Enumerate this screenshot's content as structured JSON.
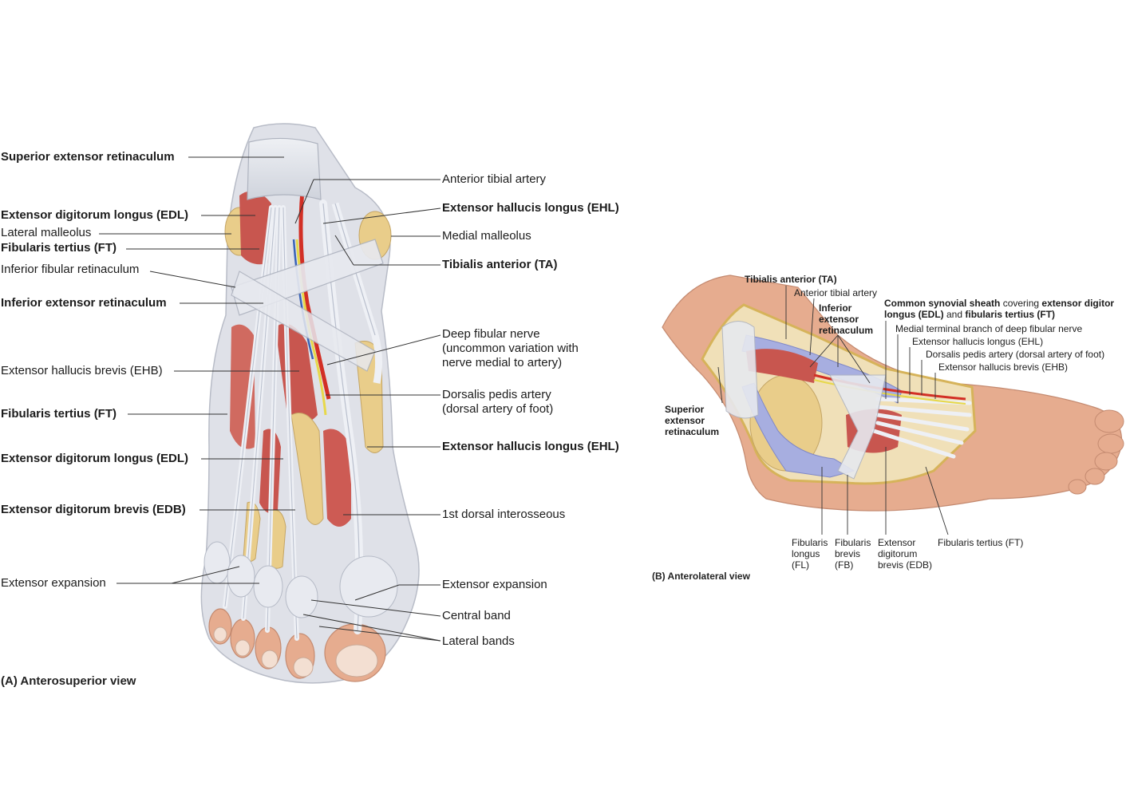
{
  "figure_a": {
    "caption": "(A) Anterosuperior view",
    "left_labels": {
      "superior_extensor_retinaculum": "Superior extensor retinaculum",
      "edl_top": "Extensor digitorum longus (EDL)",
      "lateral_malleolus": "Lateral malleolus",
      "ft_top": "Fibularis tertius (FT)",
      "inferior_fibular_retinaculum": "Inferior fibular retinaculum",
      "inferior_extensor_retinaculum": "Inferior extensor retinaculum",
      "ehb": "Extensor hallucis brevis (EHB)",
      "ft_mid": "Fibularis tertius (FT)",
      "edl_mid": "Extensor digitorum longus (EDL)",
      "edb": "Extensor digitorum brevis (EDB)",
      "extensor_expansion": "Extensor expansion"
    },
    "right_labels": {
      "anterior_tibial_artery": "Anterior tibial artery",
      "ehl_top": "Extensor hallucis longus (EHL)",
      "medial_malleolus": "Medial malleolus",
      "tibialis_anterior": "Tibialis anterior (TA)",
      "deep_fibular_nerve": [
        "Deep fibular nerve",
        "(uncommon variation with",
        "nerve medial to artery)"
      ],
      "dorsalis_pedis": [
        "Dorsalis pedis artery",
        "(dorsal artery of foot)"
      ],
      "ehl_mid": "Extensor hallucis longus (EHL)",
      "first_dorsal_interosseous": "1st dorsal interosseous",
      "extensor_expansion": "Extensor expansion",
      "central_band": "Central band",
      "lateral_bands": "Lateral bands"
    }
  },
  "figure_b": {
    "caption": "(B) Anterolateral view",
    "top_labels": {
      "tibialis_anterior": "Tibialis anterior (TA)",
      "anterior_tibial_artery": "Anterior tibial artery",
      "inferior_extensor_retinaculum": [
        "Inferior",
        "extensor",
        "retinaculum"
      ],
      "common_sheath_line1_a": "Common synovial sheath",
      "common_sheath_line1_b": " covering ",
      "common_sheath_line1_c": "extensor digitor",
      "common_sheath_line2_a": "longus (EDL)",
      "common_sheath_line2_b": " and ",
      "common_sheath_line2_c": "fibularis tertius (FT)",
      "medial_terminal_branch": "Medial terminal branch of deep fibular nerve",
      "ehl": "Extensor hallucis longus (EHL)",
      "dorsalis_pedis": "Dorsalis pedis artery (dorsal artery of foot)",
      "ehb": "Extensor hallucis brevis (EHB)"
    },
    "side_labels": {
      "superior_extensor_retinaculum": [
        "Superior",
        "extensor",
        "retinaculum"
      ]
    },
    "bottom_labels": {
      "fibularis_longus": [
        "Fibularis",
        "longus",
        "(FL)"
      ],
      "fibularis_brevis": [
        "Fibularis",
        "brevis",
        "(FB)"
      ],
      "edb": [
        "Extensor",
        "digitorum",
        "brevis (EDB)"
      ],
      "fibularis_tertius": "Fibularis tertius (FT)"
    }
  },
  "colors": {
    "skin": "#e8b496",
    "skin_dark": "#d2967a",
    "tendon": "#e4e7ef",
    "tendon_shade": "#b9bfcd",
    "muscle": "#c8564f",
    "muscle_light": "#dc8a80",
    "bone": "#e9cd8a",
    "artery": "#d22f25",
    "vein": "#3a63b7",
    "nerve": "#e7d84a",
    "sheath": "#a7aee0",
    "leader": "#333333"
  }
}
